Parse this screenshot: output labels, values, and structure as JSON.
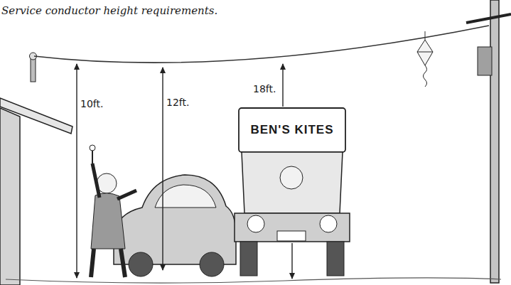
{
  "diagram": {
    "caption": "Service conductor height requirements.",
    "labels": [
      "10ft.",
      "12ft.",
      "18ft.",
      "BEN'S KITES"
    ]
  }
}
